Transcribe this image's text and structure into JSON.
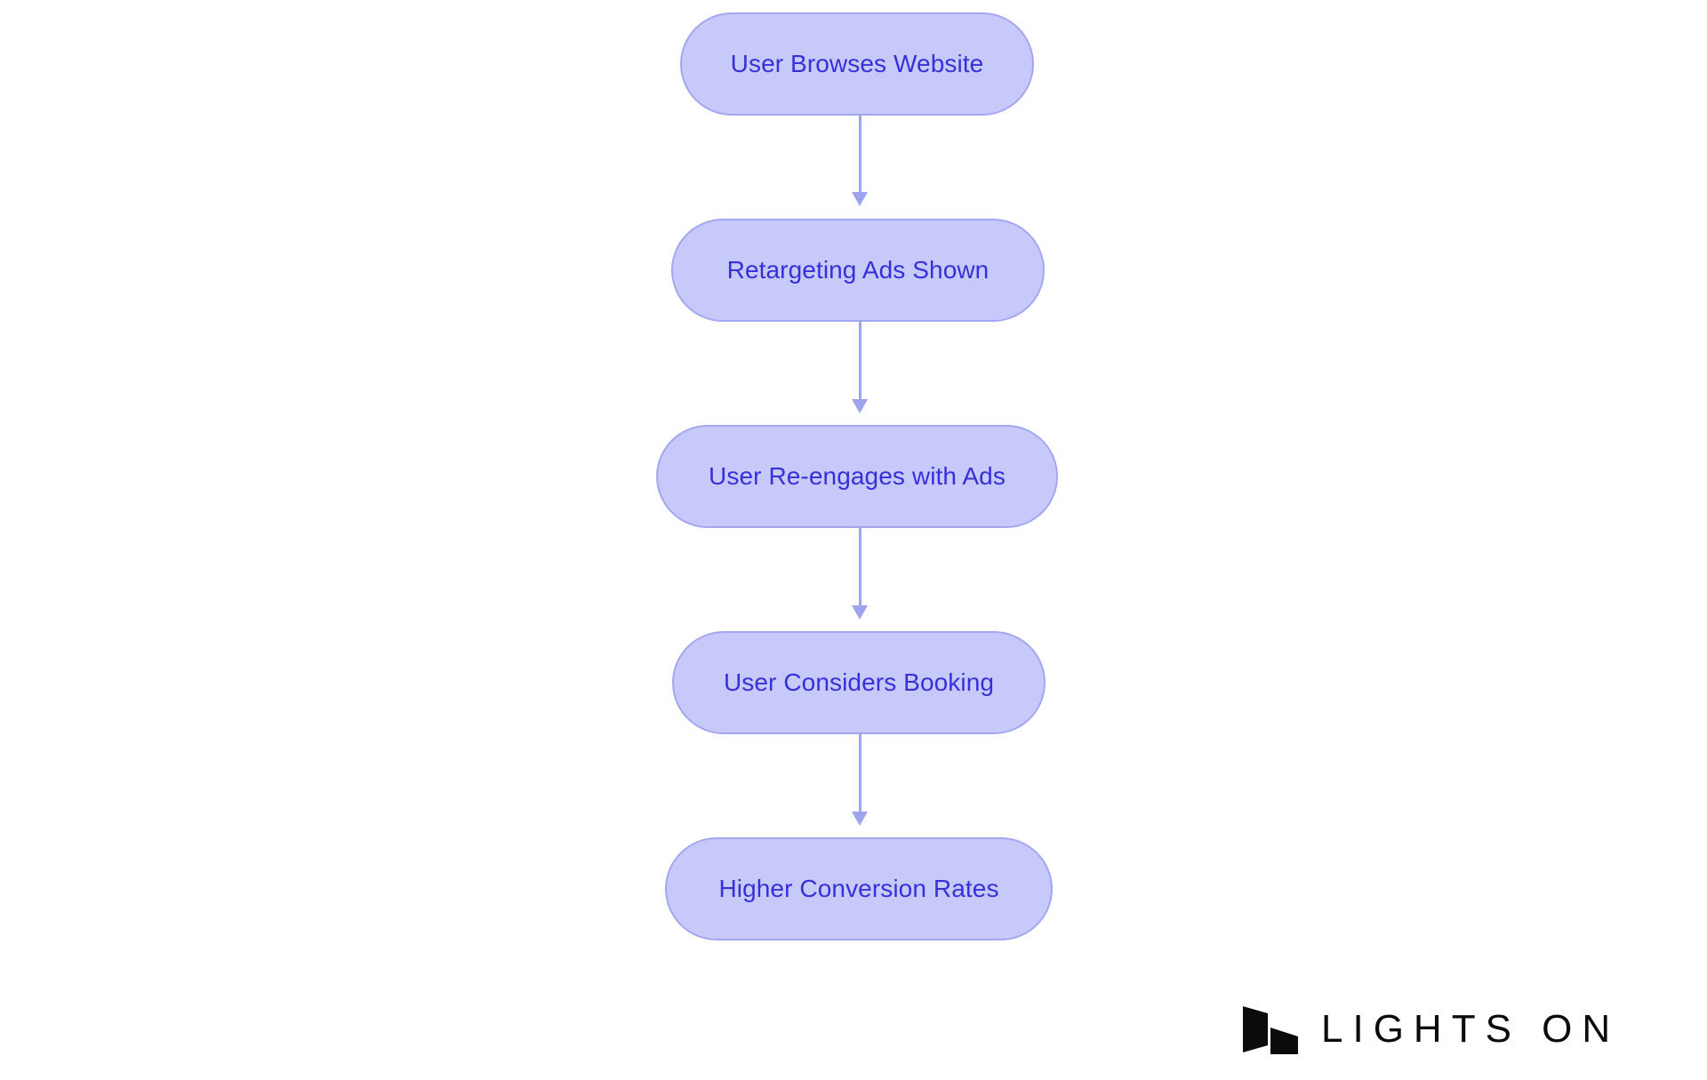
{
  "diagram": {
    "type": "flowchart",
    "orientation": "top-to-bottom",
    "background_color": "#ffffff",
    "node_fill_color": "#c7c9fb",
    "node_border_color": "#a3a7f0",
    "node_text_color": "#3730d8",
    "edge_color": "#9ea4ee",
    "nodes": [
      {
        "id": "n1",
        "label": "User Browses Website"
      },
      {
        "id": "n2",
        "label": "Retargeting Ads Shown"
      },
      {
        "id": "n3",
        "label": "User Re-engages with Ads"
      },
      {
        "id": "n4",
        "label": "User Considers Booking"
      },
      {
        "id": "n5",
        "label": "Higher Conversion Rates"
      }
    ],
    "edges": [
      {
        "from": "n1",
        "to": "n2"
      },
      {
        "from": "n2",
        "to": "n3"
      },
      {
        "from": "n3",
        "to": "n4"
      },
      {
        "from": "n4",
        "to": "n5"
      }
    ]
  },
  "branding": {
    "wordmark": "LIGHTS ON",
    "mark_color": "#0b0b0b",
    "wordmark_color": "#0b0b0b"
  }
}
